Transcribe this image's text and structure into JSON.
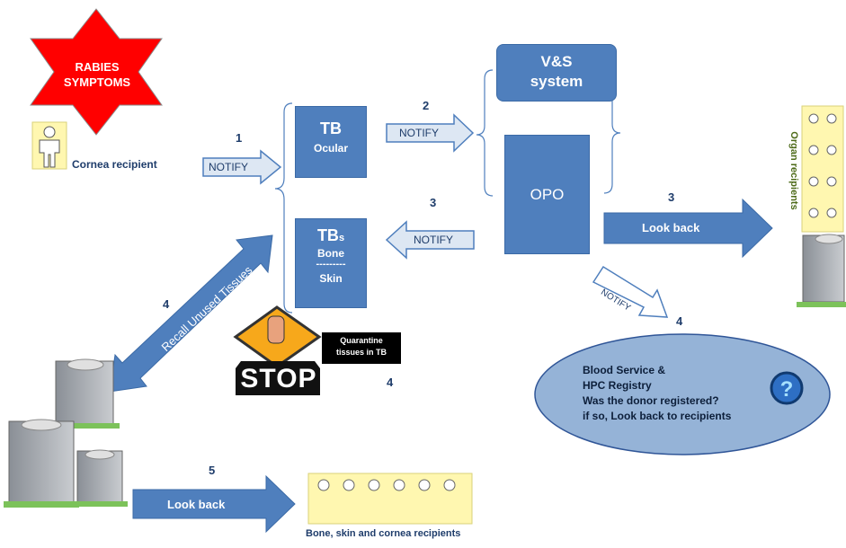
{
  "star": {
    "line1": "RABIES",
    "line2": "SYMPTOMS"
  },
  "cornea_recipient": "Cornea recipient",
  "tb_ocular": {
    "title": "TB",
    "subtitle": "Ocular"
  },
  "tbs": {
    "title": "TB",
    "subscript": "s",
    "bone": "Bone",
    "dashes": "---------",
    "skin": "Skin"
  },
  "vs_system": {
    "line1": "V&S",
    "line2": "system"
  },
  "opo": "OPO",
  "notify": "NOTIFY",
  "look_back": "Look back",
  "recall": "Recall Unused Tissues",
  "quarantine": {
    "line1": "Quarantine",
    "line2": "tissues in TB"
  },
  "stop": "STOP",
  "organ_recipients": "Organ recipients",
  "blood_service": {
    "line1": "Blood Service &",
    "line2": "HPC Registry",
    "line3": "Was the donor registered?",
    "line4": "if so, Look back to recipients"
  },
  "bottom_recipients": "Bone, skin and cornea recipients",
  "step_numbers": {
    "s1": "1",
    "s2": "2",
    "s3a": "3",
    "s3b": "3",
    "s4a": "4",
    "s4b": "4",
    "s4c": "4",
    "s5": "5"
  },
  "colors": {
    "box": "#4f7fbd",
    "arrow": "#4f7fbd",
    "star": "#ff0000",
    "ellipse": "#95b3d7",
    "organ_text": "#4e6b1a"
  }
}
